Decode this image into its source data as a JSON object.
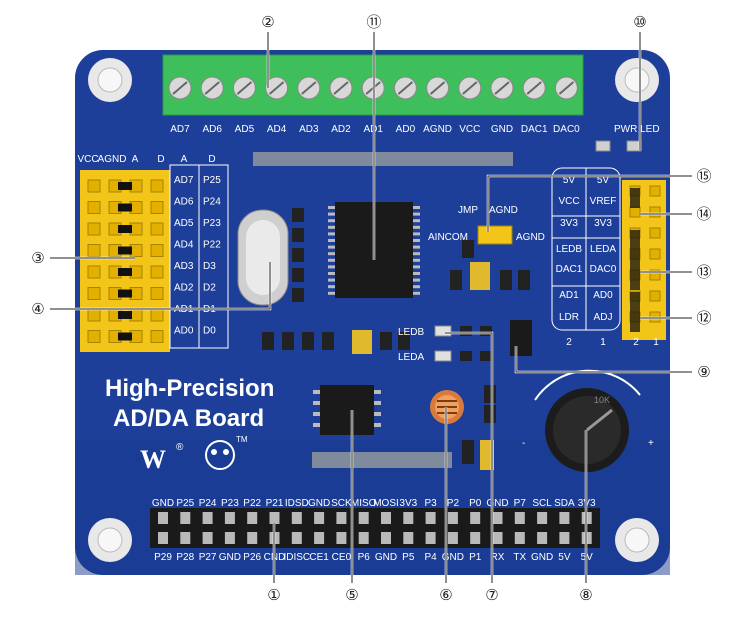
{
  "board": {
    "title_line1": "High-Precision",
    "title_line2": "AD/DA Board",
    "brand_mark": "W",
    "reg": "®",
    "tm": "TM",
    "colors": {
      "pcb": "#1d3f9a",
      "terminal": "#3fbf5b",
      "header": "#f2c518",
      "pin": "#b9b9b9"
    }
  },
  "terminal_labels": [
    "AD7",
    "AD6",
    "AD5",
    "AD4",
    "AD3",
    "AD2",
    "AD1",
    "AD0",
    "AGND",
    "VCC",
    "GND",
    "DAC1",
    "DAC0"
  ],
  "pwr_led": "PWR LED",
  "left_header": {
    "top_labels": [
      "VCC",
      "AGND",
      "A",
      "D",
      "A",
      "D"
    ],
    "rows": [
      {
        "a": "AD7",
        "d": "P25"
      },
      {
        "a": "AD6",
        "d": "P24"
      },
      {
        "a": "AD5",
        "d": "P23"
      },
      {
        "a": "AD4",
        "d": "P22"
      },
      {
        "a": "AD3",
        "d": "D3"
      },
      {
        "a": "AD2",
        "d": "D2"
      },
      {
        "a": "AD1",
        "d": "D1"
      },
      {
        "a": "AD0",
        "d": "D0"
      }
    ]
  },
  "jumper_area": {
    "jmp": "JMP",
    "agnd_top": "AGND",
    "aincom": "AINCOM",
    "agnd_right": "AGND"
  },
  "right_table": {
    "rows": [
      [
        "5V",
        "5V"
      ],
      [
        "VCC",
        "VREF"
      ],
      [
        "3V3",
        "3V3"
      ],
      [
        "LEDB",
        "LEDA"
      ],
      [
        "DAC1",
        "DAC0"
      ],
      [
        "AD1",
        "AD0"
      ],
      [
        "LDR",
        "ADJ"
      ]
    ],
    "col_numbers": [
      "2",
      "1"
    ],
    "jumper_col_numbers": [
      "2",
      "1"
    ]
  },
  "leds": {
    "ledb": "LEDB",
    "leda": "LEDA"
  },
  "pot": {
    "minus": "-",
    "plus": "+",
    "text": "10K"
  },
  "gpio_top": [
    "GND",
    "P25",
    "P24",
    "P23",
    "P22",
    "P21",
    "IDSD",
    "GND",
    "SCK",
    "MISO",
    "MOSI",
    "3V3",
    "P3",
    "P2",
    "P0",
    "GND",
    "P7",
    "SCL",
    "SDA",
    "3V3"
  ],
  "gpio_bottom": [
    "P29",
    "P28",
    "P27",
    "GND",
    "P26",
    "CND",
    "IDISC",
    "CE1",
    "CE0",
    "P6",
    "GND",
    "P5",
    "P4",
    "GND",
    "P1",
    "RX",
    "TX",
    "GND",
    "5V",
    "5V"
  ],
  "callouts": [
    "①",
    "②",
    "③",
    "④",
    "⑤",
    "⑥",
    "⑦",
    "⑧",
    "⑨",
    "⑩",
    "⑪",
    "⑫",
    "⑬",
    "⑭",
    "⑮"
  ]
}
